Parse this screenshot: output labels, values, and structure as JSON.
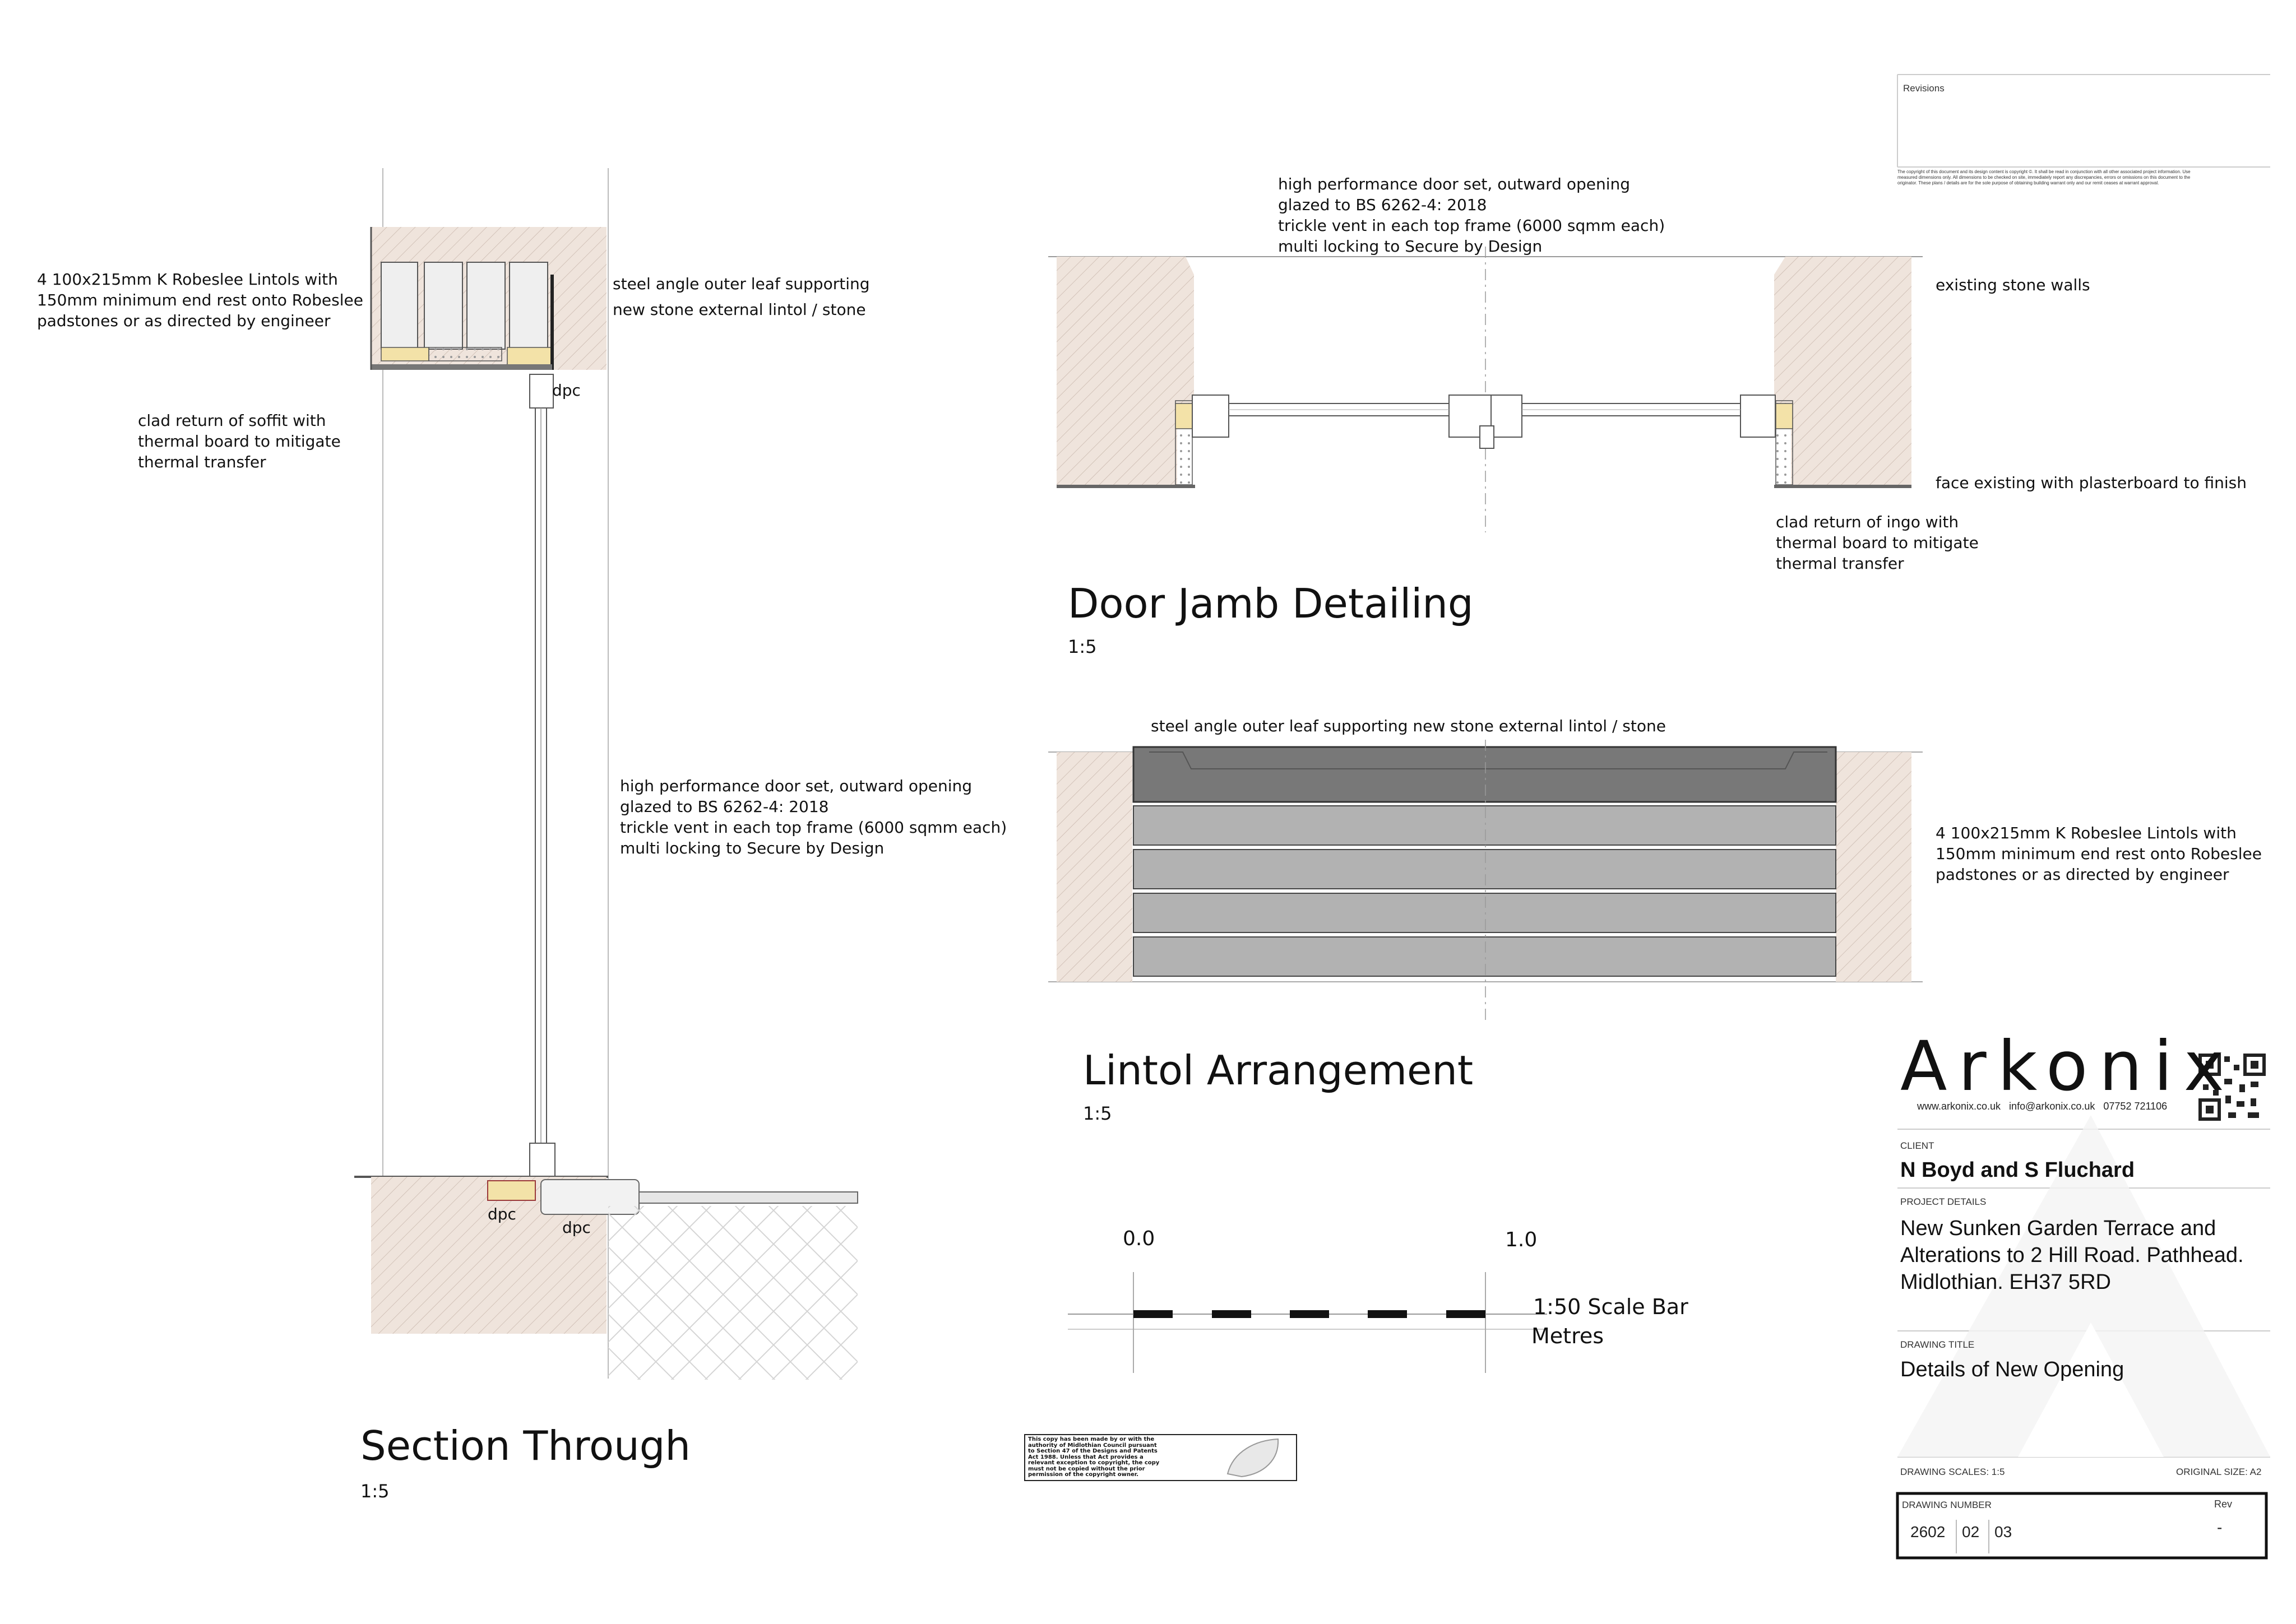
{
  "section_through": {
    "title": "Section Through",
    "scale": "1:5",
    "lintel_note": [
      "4 100x215mm K Robeslee Lintols with",
      "150mm minimum end rest onto Robeslee",
      "padstones or as directed by engineer"
    ],
    "angle_note": [
      "steel angle outer leaf supporting",
      "new stone external lintol / stone"
    ],
    "soffit_note": [
      "clad return of soffit with",
      "thermal board to mitigate",
      "thermal transfer"
    ],
    "door_note": [
      "high performance door set, outward opening",
      "glazed to BS 6262-4: 2018",
      "trickle vent in each top frame (6000 sqmm each)",
      "multi locking to Secure by Design"
    ],
    "dpc_labels": [
      "dpc",
      "dpc",
      "dpc"
    ]
  },
  "door_jamb": {
    "title": "Door Jamb Detailing",
    "scale": "1:5",
    "door_note": [
      "high performance door set, outward opening",
      "glazed to BS 6262-4: 2018",
      "trickle vent in each top frame (6000 sqmm each)",
      "multi locking to Secure by Design"
    ],
    "walls_note": "existing stone walls",
    "plaster_note": "face existing with plasterboard to finish",
    "ingo_note": [
      "clad return of ingo with",
      "thermal board to mitigate",
      "thermal transfer"
    ]
  },
  "lintol": {
    "title": "Lintol Arrangement",
    "scale": "1:5",
    "angle_note": "steel angle outer leaf supporting new stone external lintol / stone",
    "lintel_note": [
      "4 100x215mm K Robeslee Lintols with",
      "150mm minimum end rest onto Robeslee",
      "padstones or as directed by engineer"
    ]
  },
  "scale_bar": {
    "start": "0.0",
    "end": "1.0",
    "label": "1:50 Scale Bar",
    "units": "Metres"
  },
  "copyright_stamp": [
    "This copy has been made by or with the",
    "authority of Midlothian Council pursuant",
    "to Section 47 of the Designs and Patents",
    "Act 1988. Unless that Act provides a",
    "relevant exception to copyright, the copy",
    "must not be copied without the prior",
    "permission of the copyright owner."
  ],
  "title_block": {
    "revisions_label": "Revisions",
    "disclaimer": [
      "The copyright of this document and its design content is copyright ©. It shall be read in conjunction with all other associated project information. Use",
      "measured dimensions only. All dimensions to be checked on site, immediately report any discrepancies, errors or omissions on this document to the",
      "originator. These plans / details are for the sole purpose of obtaining building warrant only and our remit ceases at warrant approval."
    ],
    "brand": "Arkonix",
    "contact": "www.arkonix.co.uk   info@arkonix.co.uk   07752 721106",
    "client_label": "CLIENT",
    "client": "N Boyd and S Fluchard",
    "project_label": "PROJECT DETAILS",
    "project": [
      "New Sunken Garden Terrace and",
      "Alterations to 2 Hill Road. Pathhead.",
      "Midlothian. EH37  5RD"
    ],
    "drawing_title_label": "DRAWING TITLE",
    "drawing_title": "Details of New Opening",
    "scales_label": "DRAWING SCALES:  1:5",
    "original_size_label": "ORIGINAL SIZE: A2",
    "drawing_number_label": "DRAWING NUMBER",
    "rev_label": "Rev",
    "drawing_number": [
      "2602",
      "02",
      "03"
    ],
    "rev": "-"
  }
}
